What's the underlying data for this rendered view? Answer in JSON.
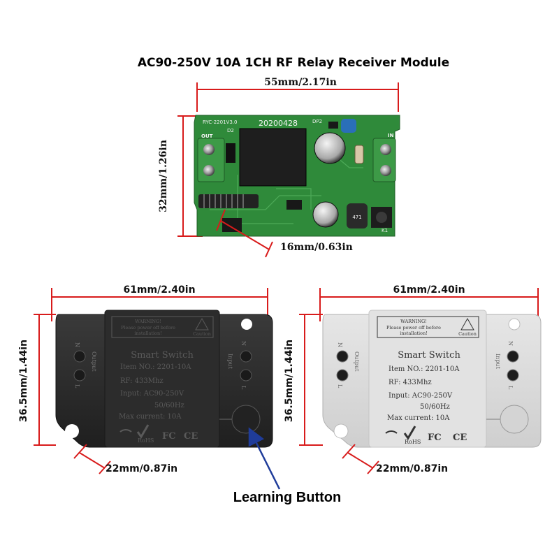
{
  "title": "AC90-250V 10A 1CH RF Relay Receiver Module",
  "pcb": {
    "dim_width": "55mm/2.17in",
    "dim_height": "32mm/1.26in",
    "dim_hole": "16mm/0.63in",
    "model_label": "RYC-2201V3.0",
    "date_label": "20200428",
    "out_label": "OUT",
    "in_label": "IN",
    "d2_label": "D2",
    "dp2_label": "DP2",
    "k1_label": "K1",
    "inductor_label": "471",
    "colors": {
      "board": "#2f8a3a",
      "terminal": "#3d9a47"
    }
  },
  "black_module": {
    "dim_width": "61mm/2.40in",
    "dim_height": "36.5mm/1.44in",
    "dim_hole": "22mm/0.87in",
    "warning_title": "WARNING!",
    "warning_text_1": "Please power off before",
    "warning_text_2": "installation!",
    "caution": "Caution",
    "name": "Smart Switch",
    "item_no": "Item NO.: 2201-10A",
    "rf": "RF: 433Mhz",
    "input": "Input: AC90-250V",
    "freq": "50/60Hz",
    "max_current": "Max current: 10A",
    "output_label": "Output",
    "input_label": "Input",
    "n_label": "N",
    "l_label": "L",
    "fc_label": "FC",
    "ce_label": "CE",
    "rohs_label": "RoHS",
    "color": "#2e2e2e"
  },
  "white_module": {
    "dim_width": "61mm/2.40in",
    "dim_height": "36.5mm/1.44in",
    "dim_hole": "22mm/0.87in",
    "warning_title": "WARNING!",
    "warning_text_1": "Please power off before",
    "warning_text_2": "installation!",
    "caution": "Caution",
    "name": "Smart Switch",
    "item_no": "Item NO.: 2201-10A",
    "rf": "RF: 433Mhz",
    "input": "Input: AC90-250V",
    "freq": "50/60Hz",
    "max_current": "Max current: 10A",
    "output_label": "Output",
    "input_label": "Input",
    "n_label": "N",
    "l_label": "L",
    "fc_label": "FC",
    "ce_label": "CE",
    "rohs_label": "RoHS",
    "color": "#dcdcdc"
  },
  "learning_button_label": "Learning Button",
  "colors": {
    "dimension": "#d81b1b",
    "pointer": "#1f3c9a"
  }
}
